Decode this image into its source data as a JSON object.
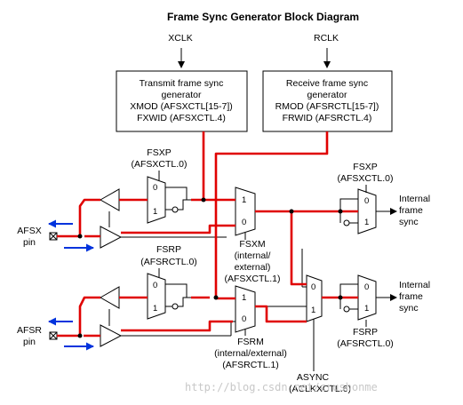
{
  "title": "Frame Sync Generator Block Diagram",
  "clocks": {
    "xclk": "XCLK",
    "rclk": "RCLK"
  },
  "transmit_generator": {
    "line1": "Transmit frame sync",
    "line2": "generator",
    "line3": "XMOD (AFSXCTL[15-7])",
    "line4": "FXWID (AFSXCTL.4)"
  },
  "receive_generator": {
    "line1": "Receive frame sync",
    "line2": "generator",
    "line3": "RMOD (AFSRCTL[15-7])",
    "line4": "FRWID (AFSRCTL.4)"
  },
  "fsxp_left": {
    "name": "FSXP",
    "reg": "(AFSXCTL.0)"
  },
  "fsxp_right": {
    "name": "FSXP",
    "reg": "(AFSXCTL.0)"
  },
  "fsrp_left": {
    "name": "FSRP",
    "reg": "(AFSRCTL.0)"
  },
  "fsrp_right": {
    "name": "FSRP",
    "reg": "(AFSRCTL.0)"
  },
  "fsxm": {
    "name": "FSXM",
    "line2": "(internal/",
    "line3": "external)",
    "reg": "(AFSXCTL.1)"
  },
  "fsrm": {
    "name": "FSRM",
    "line2": "(internal/external)",
    "reg": "(AFSRCTL.1)"
  },
  "async": {
    "name": "ASYNC",
    "reg": "(ACLKXCTL.6)"
  },
  "pins": {
    "afsx_line1": "AFSX",
    "afsx_line2": "pin",
    "afsr_line1": "AFSR",
    "afsr_line2": "pin"
  },
  "outputs": {
    "tx_line1": "Internal",
    "tx_line2": "frame",
    "tx_line3": "sync",
    "rx_line1": "Internal",
    "rx_line2": "frame",
    "rx_line3": "sync"
  },
  "mux_inputs": {
    "zero": "0",
    "one": "1"
  },
  "watermark": "http://blog.csdn.net/crushonme",
  "colors": {
    "highlight_path": "#e00000",
    "arrow": "#0033dd",
    "lines": "#000000"
  }
}
